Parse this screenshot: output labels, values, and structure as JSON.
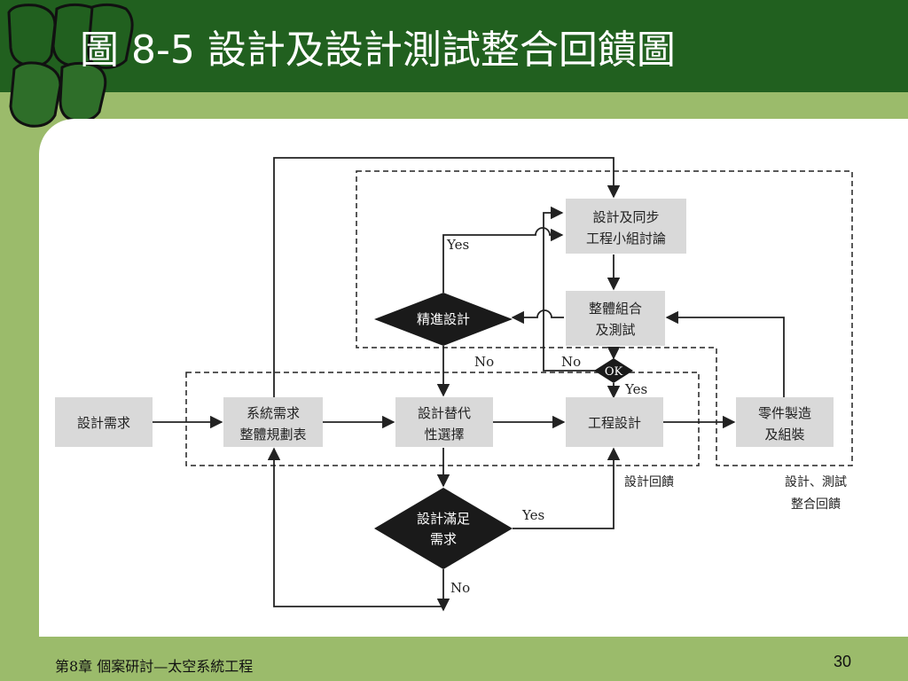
{
  "slide": {
    "title": "圖 8-5 設計及設計測試整合回饋圖",
    "footer_left": "第8章 個案研討—太空系統工程",
    "page_number": "30"
  },
  "diagram": {
    "boxes": {
      "design_requirements": [
        "設計需求"
      ],
      "system_plan": [
        "系統需求",
        "整體規劃表"
      ],
      "design_alternatives": [
        "設計替代",
        "性選擇"
      ],
      "engineering_design": [
        "工程設計"
      ],
      "parts_assembly": [
        "零件製造",
        "及組裝"
      ],
      "concurrent_discussion": [
        "設計及同步",
        "工程小組討論"
      ],
      "integration_test": [
        "整體組合",
        "及測試"
      ]
    },
    "diamonds": {
      "refine_design": [
        "精進設計"
      ],
      "meets_requirements": [
        "設計滿足",
        "需求"
      ],
      "ok": [
        "OK"
      ]
    },
    "edge_labels": {
      "yes_refine": "Yes",
      "no_refine": "No",
      "no_ok": "No",
      "yes_ok": "Yes",
      "yes_meets": "Yes",
      "no_meets": "No"
    },
    "region_labels": {
      "design_feedback": [
        "設計回饋"
      ],
      "test_feedback": [
        "設計、測試",
        "整合回饋"
      ]
    },
    "colors": {
      "box_fill": "#d9d9d9",
      "diamond_fill": "#1a1a1a",
      "header_green": "#21601f",
      "background_green": "#9bbb6b"
    }
  }
}
